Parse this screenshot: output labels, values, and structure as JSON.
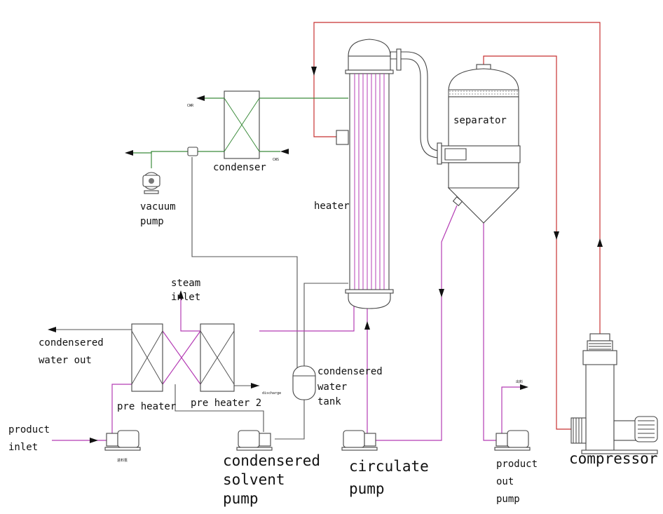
{
  "labels": {
    "separator": "separator",
    "heater": "heater",
    "condenser": "condenser",
    "vacuum_pump": [
      "vacuum",
      "pump"
    ],
    "steam_inlet": [
      "steam",
      "inlet"
    ],
    "condensered_water_out": [
      "condensered",
      "water out"
    ],
    "pre_heater": "pre heater",
    "pre_heater_2": "pre heater 2",
    "product_inlet": [
      "product",
      "inlet"
    ],
    "condensered_water_tank": [
      "condensered",
      "water",
      "tank"
    ],
    "condensered_solvent_pump": [
      "condensered",
      "solvent",
      "pump"
    ],
    "circulate_pump": [
      "circulate",
      "pump"
    ],
    "product_out_pump": [
      "product",
      "out",
      "pump"
    ],
    "compressor": "compressor",
    "cwr": "CWR",
    "cws": "CWS",
    "discharge": "discharge",
    "feed_pump_cn": "进料泵",
    "discharge_cn": "出料"
  },
  "colors": {
    "vapor_line": "#c83232",
    "liquid_line": "#b43cb4",
    "cooling_line": "#3c8c3c",
    "equipment": "#444444"
  }
}
